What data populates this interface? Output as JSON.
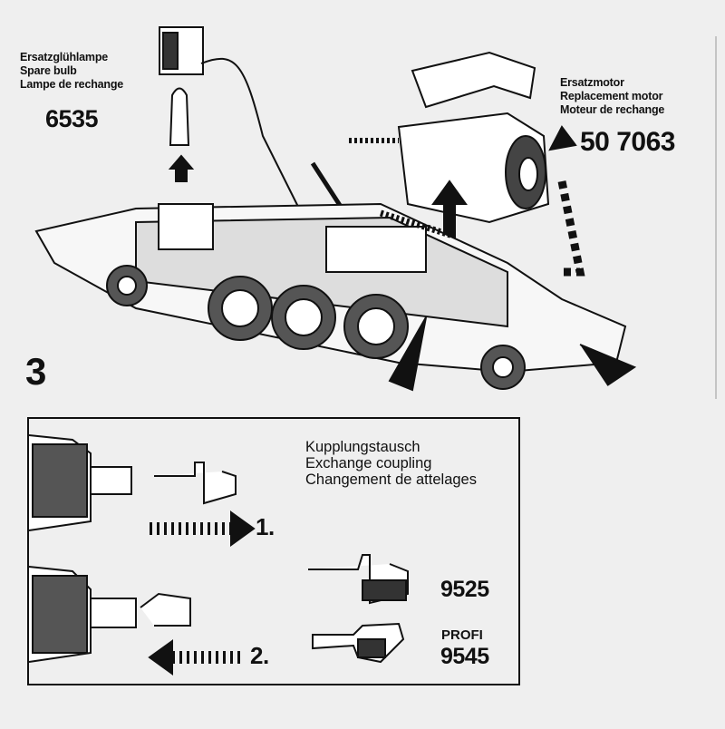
{
  "bulb": {
    "label_de": "Ersatzglühlampe",
    "label_en": "Spare bulb",
    "label_fr": "Lampe de rechange",
    "part_number": "6535"
  },
  "motor": {
    "label_de": "Ersatzmotor",
    "label_en": "Replacement motor",
    "label_fr": "Moteur de rechange",
    "part_number": "50 7063"
  },
  "step_number": "3",
  "coupling_box": {
    "title_de": "Kupplungstausch",
    "title_en": "Exchange coupling",
    "title_fr": "Changement de attelages",
    "step1": "1.",
    "step2": "2.",
    "standard_part": "9525",
    "profi_label": "PROFI",
    "profi_part": "9545"
  }
}
